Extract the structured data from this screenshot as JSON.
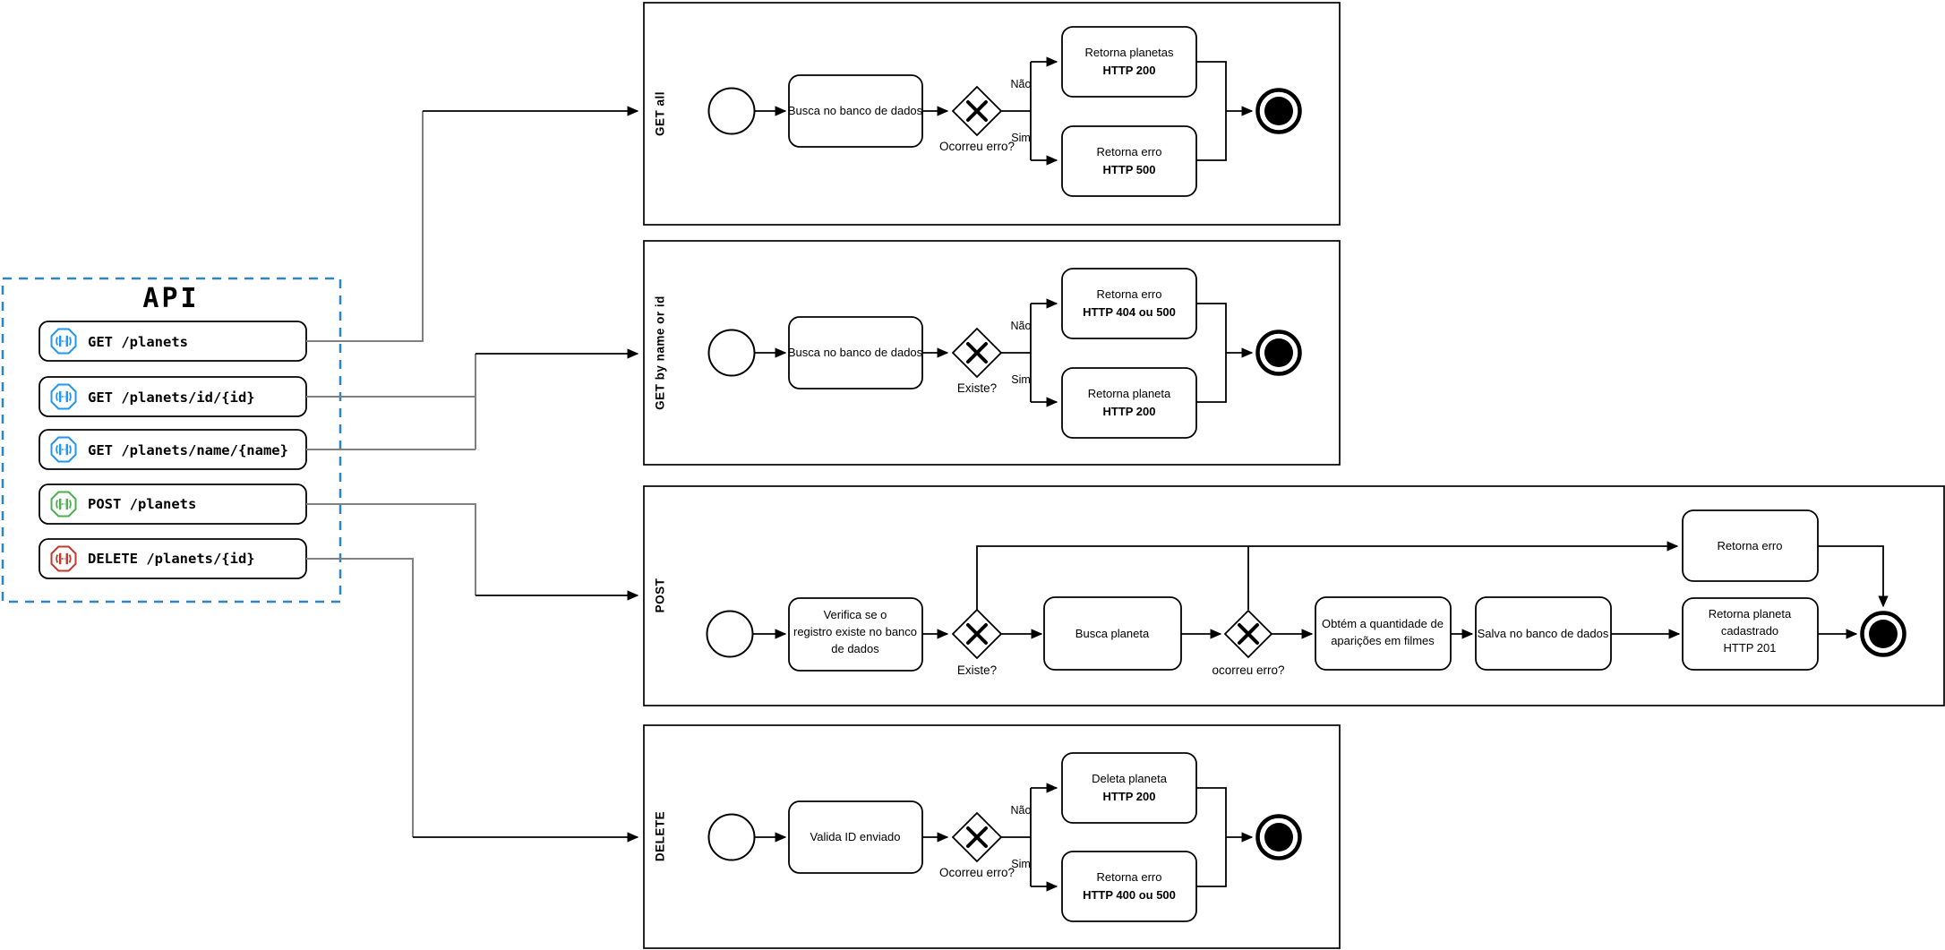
{
  "colors": {
    "title": "#1d86d8",
    "panel_border": "#2e86c1",
    "get": "#2196f3",
    "post": "#4caf50",
    "delete": "#c0392b",
    "connector": "#808080"
  },
  "api_panel": {
    "title": "API",
    "items": [
      {
        "label": "GET /planets"
      },
      {
        "label": "GET /planets/id/{id}"
      },
      {
        "label": "GET /planets/name/{name}"
      },
      {
        "label": "POST /planets"
      },
      {
        "label": "DELETE /planets/{id}"
      }
    ]
  },
  "lanes": {
    "get_all": {
      "label": "GET all",
      "task": "Busca no banco de dados",
      "gateway_label": "Ocorreu erro?",
      "branch_no": "Não",
      "branch_yes": "Sim",
      "outcome_top_line1": "Retorna planetas",
      "outcome_top_line2": "HTTP 200",
      "outcome_bottom_line1": "Retorna erro",
      "outcome_bottom_line2": "HTTP 500"
    },
    "get_by_name_or_id": {
      "label": "GET by name or id",
      "task": "Busca no banco de dados",
      "gateway_label": "Existe?",
      "branch_no": "Não",
      "branch_yes": "Sim",
      "outcome_top_line1": "Retorna erro",
      "outcome_top_line2": "HTTP 404 ou 500",
      "outcome_bottom_line1": "Retorna planeta",
      "outcome_bottom_line2": "HTTP 200"
    },
    "post": {
      "label": "POST",
      "task1_line1": "Verifica se o",
      "task1_line2": "registro existe no banco",
      "task1_line3": "de dados",
      "gateway1_label": "Existe?",
      "task2": "Busca planeta",
      "gateway2_label": "ocorreu erro?",
      "task3_line1": "Obtém a quantidade de",
      "task3_line2": "aparições em filmes",
      "task4": "Salva no banco de dados",
      "task5_line1": "Retorna planeta",
      "task5_line2": "cadastrado",
      "task5_line3": "HTTP 201",
      "error_task": "Retorna erro"
    },
    "delete": {
      "label": "DELETE",
      "task": "Valida ID enviado",
      "gateway_label": "Ocorreu erro?",
      "branch_no": "Não",
      "branch_yes": "Sim",
      "outcome_top_line1": "Deleta planeta",
      "outcome_top_line2": "HTTP 200",
      "outcome_bottom_line1": "Retorna erro",
      "outcome_bottom_line2": "HTTP 400 ou 500"
    }
  }
}
